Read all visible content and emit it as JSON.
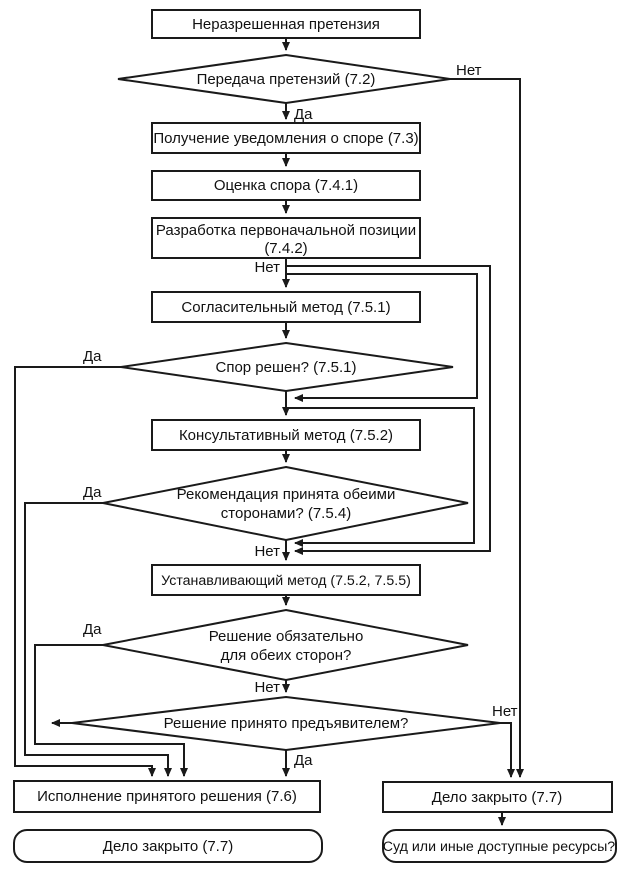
{
  "nodes": {
    "unresolved_claim": {
      "label": "Неразрешенная претензия"
    },
    "claim_transfer": {
      "label": "Передача претензий (7.2)"
    },
    "dispute_notice": {
      "label": "Получение уведомления о споре (7.3)"
    },
    "dispute_assessment": {
      "label": "Оценка спора (7.4.1)"
    },
    "initial_position": {
      "line1": "Разработка первоначальной позиции",
      "line2": "(7.4.2)"
    },
    "facilitative_method": {
      "label": "Согласительный метод (7.5.1)"
    },
    "dispute_resolved": {
      "label": "Спор решен? (7.5.1)"
    },
    "advisory_method": {
      "label": "Консультативный метод (7.5.2)"
    },
    "recommendation_accepted": {
      "line1": "Рекомендация принята обеими",
      "line2": "сторонами? (7.5.4)"
    },
    "determinative_method": {
      "label": "Устанавливающий метод (7.5.2, 7.5.5)"
    },
    "decision_binding": {
      "line1": "Решение обязательно",
      "line2": "для обеих сторон?"
    },
    "decision_accepted": {
      "label": "Решение принято предъявителем?"
    },
    "implementation": {
      "label": "Исполнение принятого решения (7.6)"
    },
    "case_closed_left": {
      "label": "Дело закрыто (7.7)"
    },
    "case_closed_right": {
      "label": "Дело закрыто (7.7)"
    },
    "court_resources": {
      "label": "Суд или иные доступные ресурсы?"
    }
  },
  "edge_labels": {
    "yes": "Да",
    "no": "Нет"
  },
  "colors": {
    "line": "#1a1a1a",
    "text": "#111111",
    "background": "#ffffff",
    "node_fill": "#ffffff"
  }
}
